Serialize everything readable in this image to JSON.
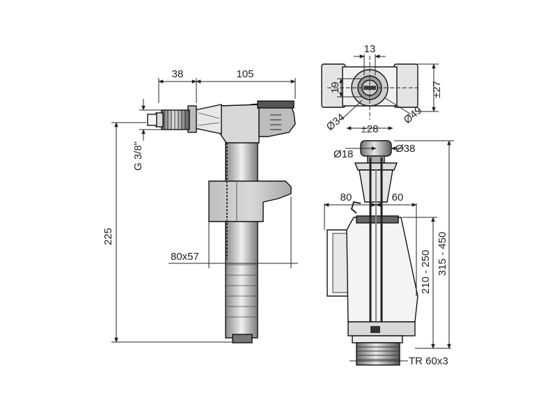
{
  "dimensions": {
    "fill_valve": {
      "inlet_length": "38",
      "body_width": "105",
      "thread": "G 3/8\"",
      "height": "225",
      "float_size": "80x57"
    },
    "flush_valve_top": {
      "slot_width": "13",
      "slot_height": "19",
      "travel": "±27",
      "offset": "±28",
      "outer_diameter_left": "Ø34",
      "outer_diameter_right": "Ø49"
    },
    "flush_valve_side": {
      "button_diameter_small": "Ø18",
      "button_diameter_large": "Ø38",
      "left_width": "80",
      "right_width": "60",
      "overflow_height": "210 - 250",
      "total_height": "315 - 450",
      "thread": "TR 60x3"
    }
  },
  "colors": {
    "line": "#222222",
    "float": "#c8c8c8",
    "metal": "#9a9a9a",
    "dark": "#4a4a4a"
  }
}
